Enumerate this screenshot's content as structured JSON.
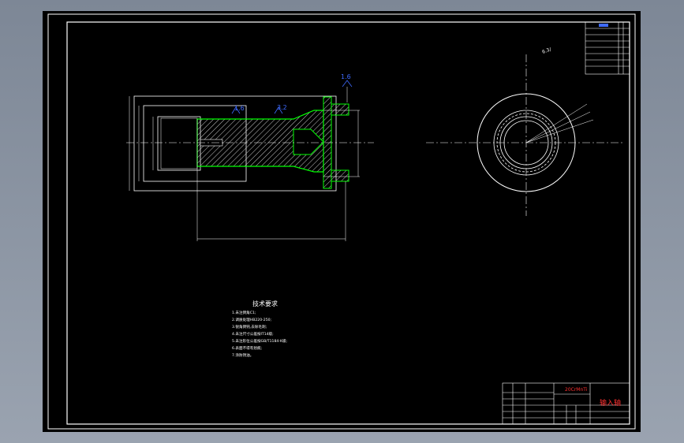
{
  "drawing": {
    "annotations": {
      "roughness_left": "1.6",
      "roughness_mid": "3.2",
      "roughness_top": "1.6",
      "roughness_rest": "6.3/"
    },
    "notes": {
      "title": "技术要求",
      "items": [
        "1.未注倒角C1;",
        "2.调质处理HB220-250;",
        "3.锐角倒钝,去除毛刺;",
        "4.未注尺寸公差按IT14级;",
        "5.未注形位公差按GB/T1184-K级;",
        "6.表面不得有划痕;",
        "7.涂防锈油。"
      ]
    },
    "title_block": {
      "material": "20CrMnTi",
      "part_name": "输入轴",
      "company_line1": "",
      "company_line2": ""
    }
  },
  "colors": {
    "outline": "#ffffff",
    "section_fill": "#2a2a2a",
    "hatch": "#c8c8c8",
    "edge_green": "#00ff00",
    "dimension": "#ffffff",
    "annotation": "#3f6bff",
    "title_red": "#ff3030"
  }
}
